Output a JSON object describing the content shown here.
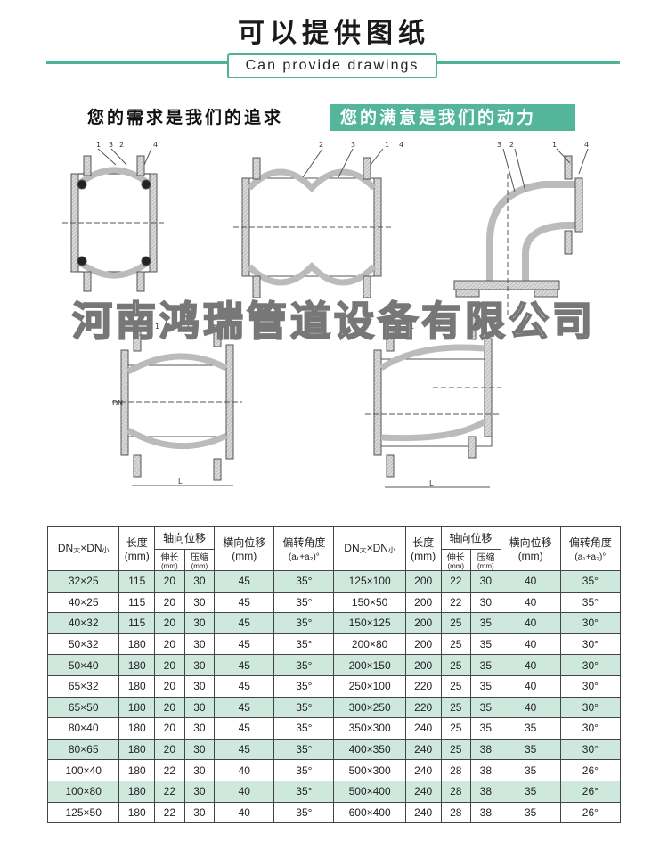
{
  "header": {
    "title": "可以提供图纸",
    "subtitle": "Can provide drawings",
    "slogan_left": "您的需求是我们的追求",
    "slogan_right": "您的满意是我们的动力"
  },
  "watermark": "河南鸿瑞管道设备有限公司",
  "colors": {
    "accent": "#4fb39a",
    "row_tint": "#cfe8de"
  },
  "drawing_labels": {
    "d1": [
      "1",
      "3",
      "2",
      "4"
    ],
    "d2": [
      "2",
      "3",
      "1",
      "4"
    ],
    "d3": [
      "3",
      "2",
      "1",
      "4"
    ],
    "d4": [
      "1",
      "3",
      "2",
      "4"
    ],
    "d5": [
      "1",
      "3",
      "2",
      "4"
    ],
    "dim_L": "L",
    "dim_DN": "DN"
  },
  "table": {
    "head": {
      "dn": "DN",
      "dn_big": "大",
      "dn_x": "×DN",
      "dn_small": "小",
      "length": "长度",
      "length_unit": "(mm)",
      "axial": "轴向位移",
      "extend": "伸长",
      "compress": "压缩",
      "sub_unit": "(mm)",
      "lateral": "横向位移",
      "lateral_unit": "(mm)",
      "angle": "偏转角度",
      "angle_unit": "(a₁+a₂)°"
    },
    "rows": [
      [
        "32×25",
        "115",
        "20",
        "30",
        "45",
        "35°",
        "125×100",
        "200",
        "22",
        "30",
        "40",
        "35°"
      ],
      [
        "40×25",
        "115",
        "20",
        "30",
        "45",
        "35°",
        "150×50",
        "200",
        "22",
        "30",
        "40",
        "35°"
      ],
      [
        "40×32",
        "115",
        "20",
        "30",
        "45",
        "35°",
        "150×125",
        "200",
        "25",
        "35",
        "40",
        "30°"
      ],
      [
        "50×32",
        "180",
        "20",
        "30",
        "45",
        "35°",
        "200×80",
        "200",
        "25",
        "35",
        "40",
        "30°"
      ],
      [
        "50×40",
        "180",
        "20",
        "30",
        "45",
        "35°",
        "200×150",
        "200",
        "25",
        "35",
        "40",
        "30°"
      ],
      [
        "65×32",
        "180",
        "20",
        "30",
        "45",
        "35°",
        "250×100",
        "220",
        "25",
        "35",
        "40",
        "30°"
      ],
      [
        "65×50",
        "180",
        "20",
        "30",
        "45",
        "35°",
        "300×250",
        "220",
        "25",
        "35",
        "40",
        "30°"
      ],
      [
        "80×40",
        "180",
        "20",
        "30",
        "45",
        "35°",
        "350×300",
        "240",
        "25",
        "35",
        "35",
        "30°"
      ],
      [
        "80×65",
        "180",
        "20",
        "30",
        "45",
        "35°",
        "400×350",
        "240",
        "25",
        "38",
        "35",
        "30°"
      ],
      [
        "100×40",
        "180",
        "22",
        "30",
        "40",
        "35°",
        "500×300",
        "240",
        "28",
        "38",
        "35",
        "26°"
      ],
      [
        "100×80",
        "180",
        "22",
        "30",
        "40",
        "35°",
        "500×400",
        "240",
        "28",
        "38",
        "35",
        "26°"
      ],
      [
        "125×50",
        "180",
        "22",
        "30",
        "40",
        "35°",
        "600×400",
        "240",
        "28",
        "38",
        "35",
        "26°"
      ]
    ]
  }
}
